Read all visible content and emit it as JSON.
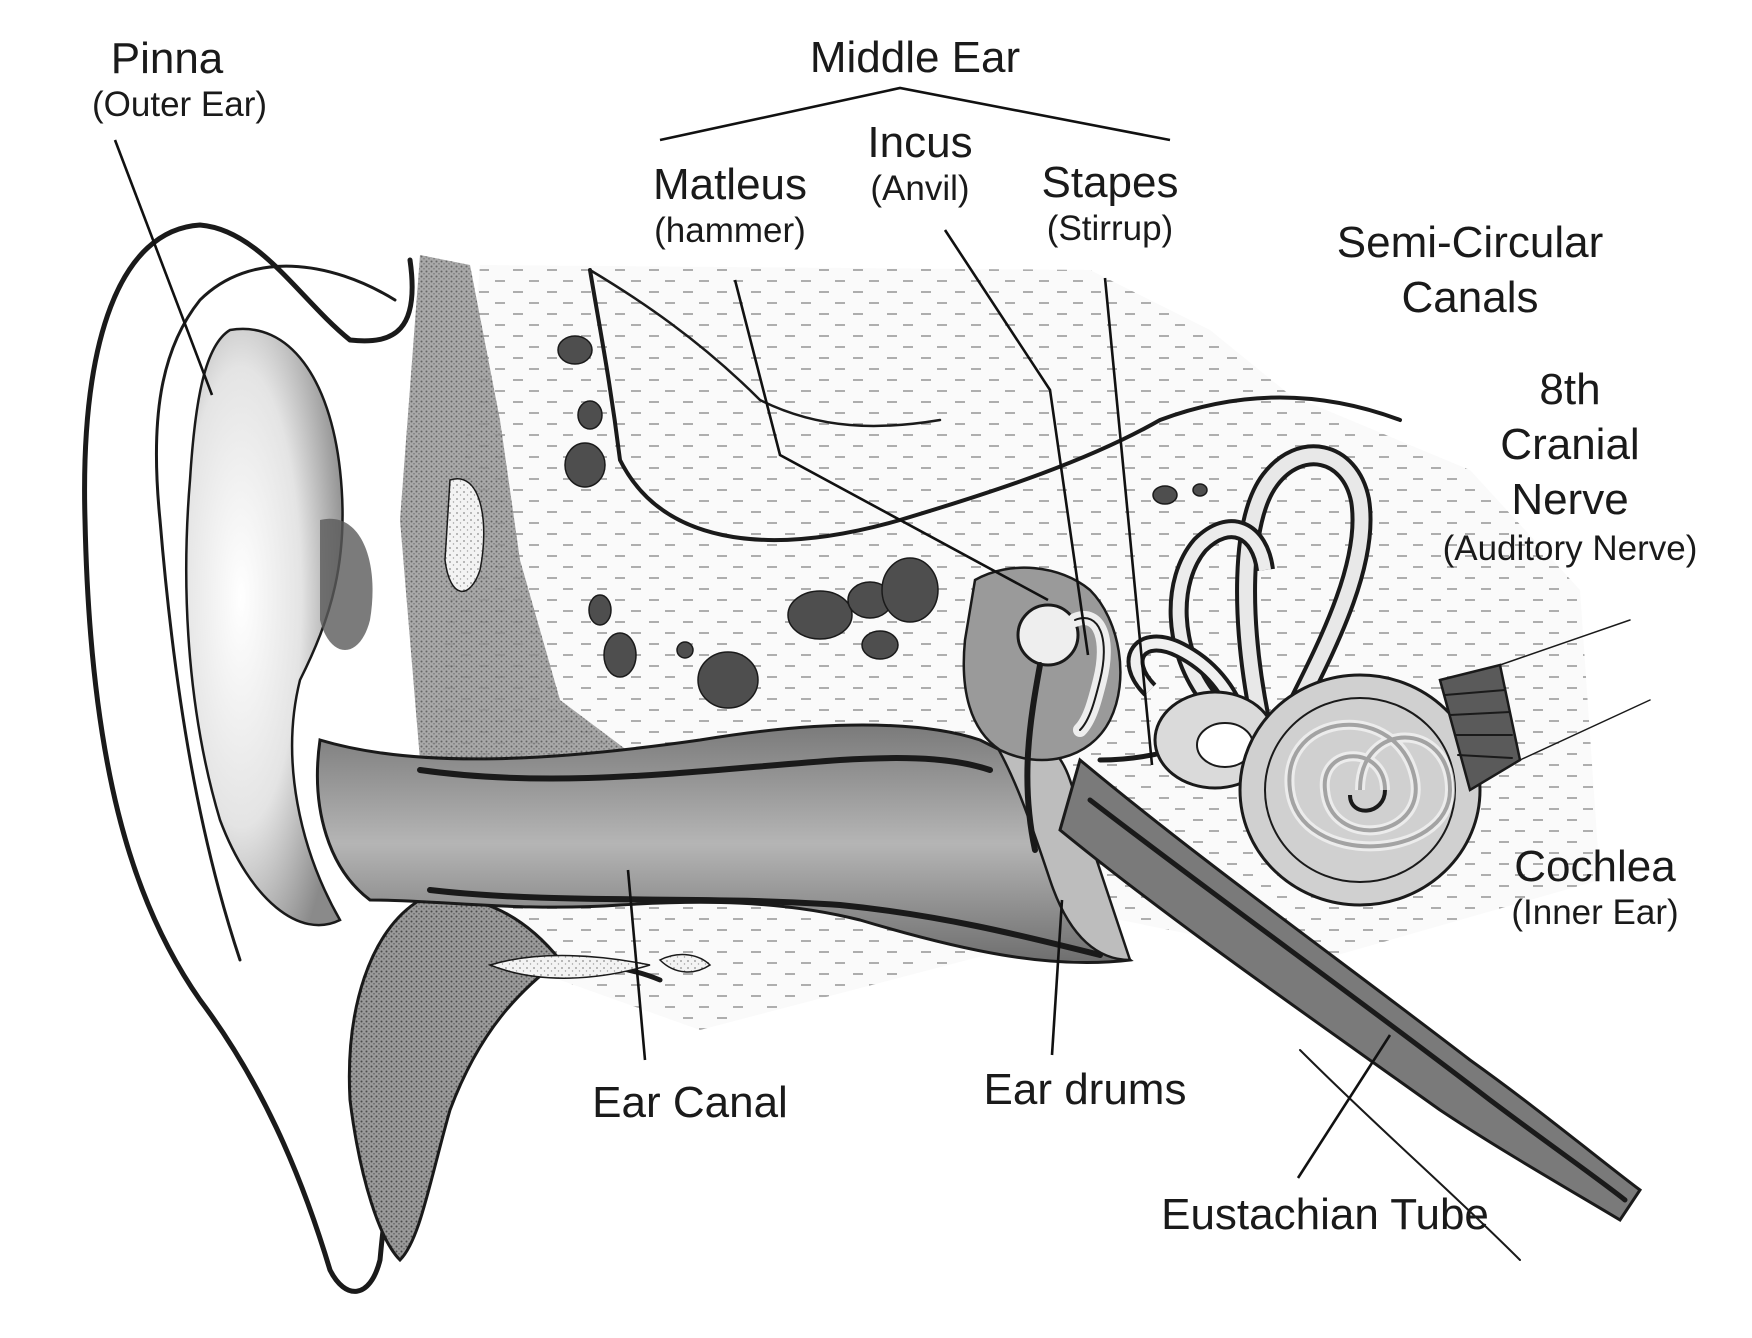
{
  "labels": {
    "pinna": {
      "name": "Pinna",
      "sub": "(Outer Ear)"
    },
    "middle_ear": "Middle Ear",
    "matleus": {
      "name": "Matleus",
      "sub": "(hammer)"
    },
    "incus": {
      "name": "Incus",
      "sub": "(Anvil)"
    },
    "stapes": {
      "name": "Stapes",
      "sub": "(Stirrup)"
    },
    "semicircular": {
      "line1": "Semi-Circular",
      "line2": "Canals"
    },
    "nerve": {
      "line1": "8th",
      "line2": "Cranial",
      "line3": "Nerve",
      "sub": "(Auditory Nerve)"
    },
    "cochlea": {
      "name": "Cochlea",
      "sub": "(Inner Ear)"
    },
    "ear_canal": "Ear Canal",
    "ear_drums": "Ear drums",
    "eustachian": "Eustachian Tube"
  },
  "colors": {
    "ink": "#1a1a1a",
    "shade_dark": "#6e6e6e",
    "shade_mid": "#a9a9a9",
    "shade_light": "#dcdcdc",
    "paper": "#ffffff"
  }
}
